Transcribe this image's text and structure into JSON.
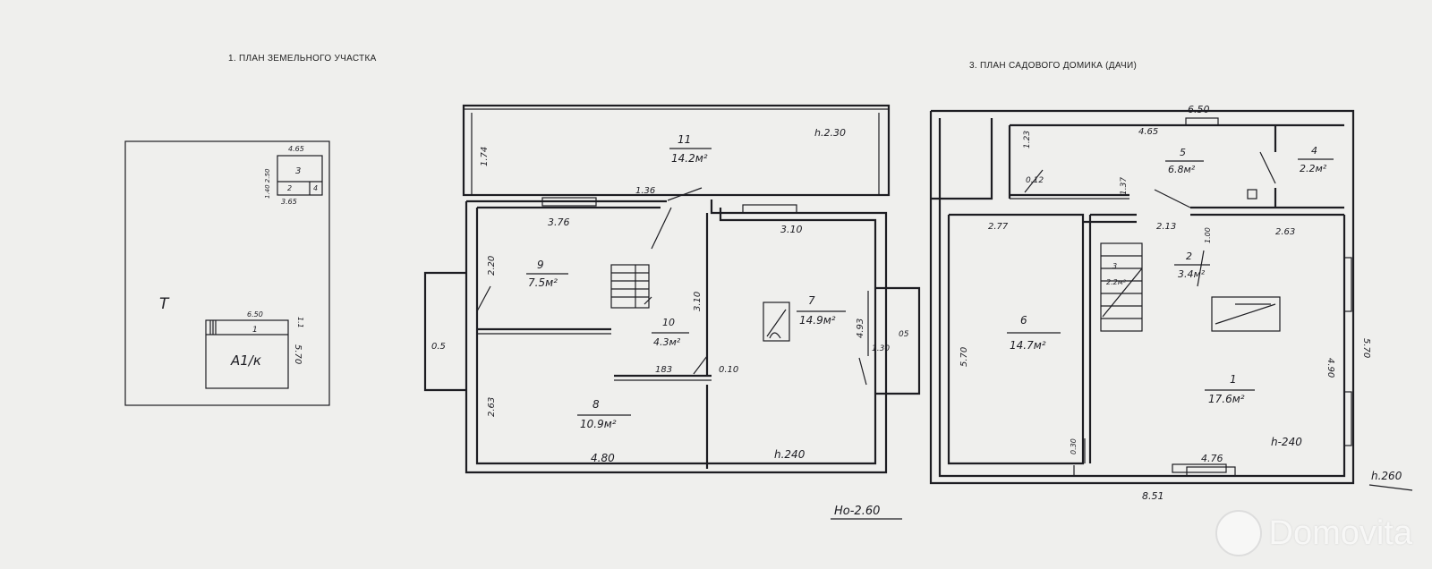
{
  "headings": {
    "plot_plan": "1. ПЛАН ЗЕМЕЛЬНОГО УЧАСТКА",
    "house_plan": "3. ПЛАН САДОВОГО ДОМИКА (ДАЧИ)"
  },
  "plot": {
    "letter": "Т",
    "small_block": {
      "dim_top": "4.65",
      "dim_bottom": "3.65",
      "dim_side": "1.40 2.50",
      "label": "3",
      "left_cell": "2",
      "right_cell": "4"
    },
    "house_block": {
      "dim_top": "6.50",
      "dim_side": "1.1",
      "dim_right": "5.70",
      "label_top": "1",
      "label": "А1/к"
    }
  },
  "floor1": {
    "rooms": [
      {
        "number": "11",
        "area": "14.2м²"
      },
      {
        "number": "9",
        "area": "7.5м²"
      },
      {
        "number": "10",
        "area": "4.3м²"
      },
      {
        "number": "8",
        "area": "10.9м²"
      },
      {
        "number": "7",
        "area": "14.9м²"
      }
    ],
    "dims": {
      "d_174": "1.74",
      "d_230": "h.2.30",
      "d_136": "1.36",
      "d_376": "3.76",
      "d_310a": "3.10",
      "d_220": "2.20",
      "d_310b": "3.10",
      "d_05": "0.5",
      "d_183": "183",
      "d_010": "0.10",
      "d_263": "2.63",
      "d_493": "4.93",
      "d_05r": "05",
      "d_130": "1.30",
      "d_480": "4.80",
      "d_240": "h.240"
    },
    "height_note": "Ho-2.60"
  },
  "floor2": {
    "rooms": [
      {
        "number": "5",
        "area": "6.8м²"
      },
      {
        "number": "4",
        "area": "2.2м²"
      },
      {
        "number": "6",
        "area": "14.7м²"
      },
      {
        "number": "3",
        "area": "2.2м²"
      },
      {
        "number": "2",
        "area": "3.4м²"
      },
      {
        "number": "1",
        "area": "17.6м²"
      }
    ],
    "dims": {
      "d_650": "6.50",
      "d_465": "4.65",
      "d_123": "1.23",
      "d_012": "0.12",
      "d_137": "1.37",
      "d_277": "2.77",
      "d_213": "2.13",
      "d_263": "2.63",
      "d_100": "1.00",
      "d_570a": "5.70",
      "d_490": "4.90",
      "d_570b": "5.70",
      "d_030": "0.30",
      "d_476": "4.76",
      "d_240": "h-240",
      "d_851": "8.51",
      "d_260": "h.260"
    }
  },
  "watermark": "Domovita"
}
